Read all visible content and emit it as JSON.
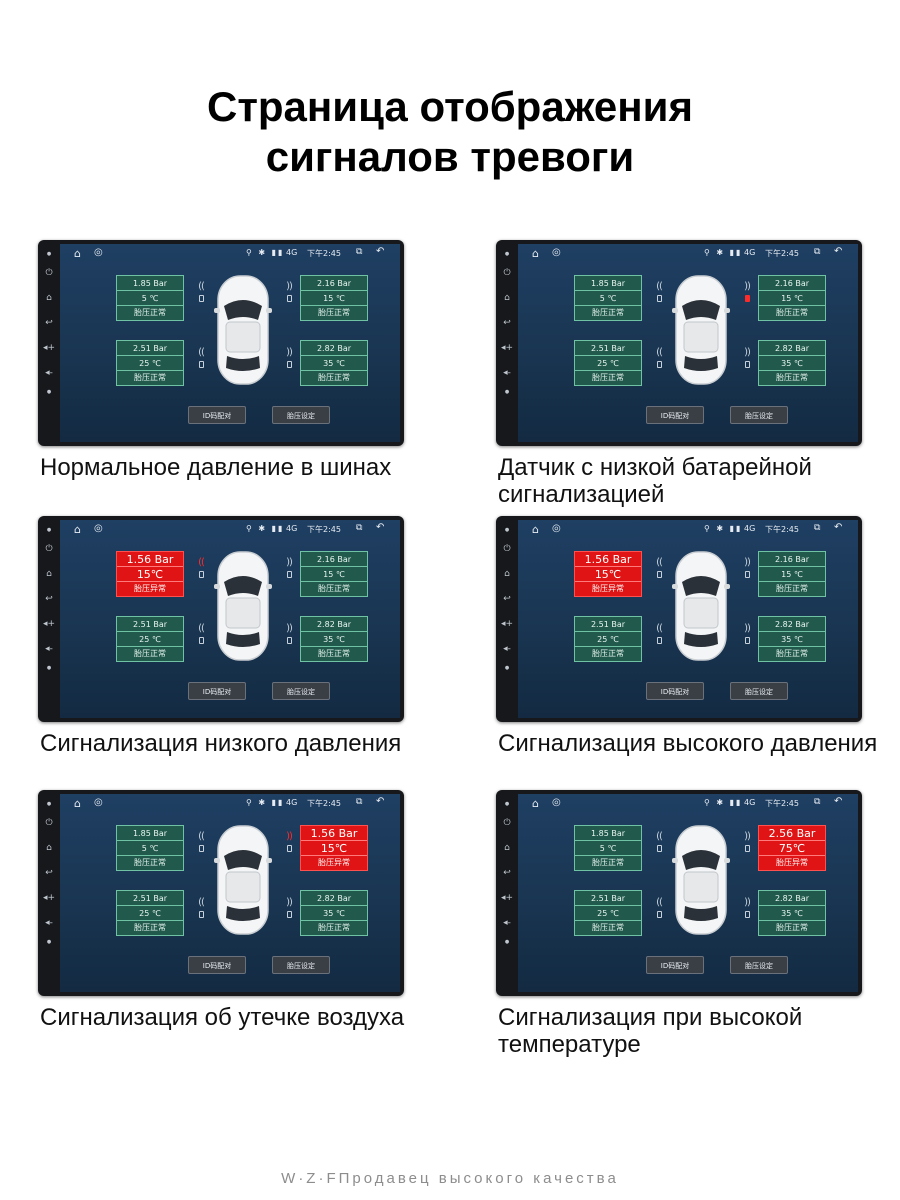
{
  "title": {
    "line1": "Страница отображения",
    "line2": "сигналов тревоги"
  },
  "colors": {
    "screen_bg": "#1f3f63",
    "tire_normal": "#21594c",
    "tire_border": "#6fc3a4",
    "alarm": "#e01414"
  },
  "device": {
    "status_time": "下午2:45",
    "status_network": "4G",
    "buttons": {
      "id_match": "ID码配对",
      "pressure_set": "胎压设定"
    },
    "icons": [
      "home-icon",
      "tpms-icon",
      "location-icon",
      "bluetooth-icon",
      "signal-icon",
      "window-icon",
      "back-icon"
    ]
  },
  "panels": [
    {
      "caption": "Нормальное давление в шинах",
      "tires": {
        "fl": {
          "pressure": "1.85 Bar",
          "temp": "5 ℃",
          "status": "胎压正常",
          "alarm": false
        },
        "fr": {
          "pressure": "2.16 Bar",
          "temp": "15 ℃",
          "status": "胎压正常",
          "alarm": false
        },
        "rl": {
          "pressure": "2.51 Bar",
          "temp": "25 ℃",
          "status": "胎压正常",
          "alarm": false
        },
        "rr": {
          "pressure": "2.82 Bar",
          "temp": "35 ℃",
          "status": "胎压正常",
          "alarm": false
        }
      },
      "low_battery_fr": false,
      "signal_alarm": ""
    },
    {
      "caption": "Датчик с низкой батарейной сигнализацией",
      "tires": {
        "fl": {
          "pressure": "1.85 Bar",
          "temp": "5 ℃",
          "status": "胎压正常",
          "alarm": false
        },
        "fr": {
          "pressure": "2.16 Bar",
          "temp": "15 ℃",
          "status": "胎压正常",
          "alarm": false
        },
        "rl": {
          "pressure": "2.51 Bar",
          "temp": "25 ℃",
          "status": "胎压正常",
          "alarm": false
        },
        "rr": {
          "pressure": "2.82 Bar",
          "temp": "35 ℃",
          "status": "胎压正常",
          "alarm": false
        }
      },
      "low_battery_fr": true,
      "signal_alarm": ""
    },
    {
      "caption": "Сигнализация низкого давления",
      "tires": {
        "fl": {
          "pressure": "1.56 Bar",
          "temp": "15℃",
          "status": "胎压异常",
          "alarm": true
        },
        "fr": {
          "pressure": "2.16 Bar",
          "temp": "15 ℃",
          "status": "胎压正常",
          "alarm": false
        },
        "rl": {
          "pressure": "2.51 Bar",
          "temp": "25 ℃",
          "status": "胎压正常",
          "alarm": false
        },
        "rr": {
          "pressure": "2.82 Bar",
          "temp": "35 ℃",
          "status": "胎压正常",
          "alarm": false
        }
      },
      "low_battery_fr": false,
      "signal_alarm": "fl"
    },
    {
      "caption": "Сигнализация высокого давления",
      "tires": {
        "fl": {
          "pressure": "1.56 Bar",
          "temp": "15℃",
          "status": "胎压异常",
          "alarm": true
        },
        "fr": {
          "pressure": "2.16 Bar",
          "temp": "15 ℃",
          "status": "胎压正常",
          "alarm": false
        },
        "rl": {
          "pressure": "2.51 Bar",
          "temp": "25 ℃",
          "status": "胎压正常",
          "alarm": false
        },
        "rr": {
          "pressure": "2.82 Bar",
          "temp": "35 ℃",
          "status": "胎压正常",
          "alarm": false
        }
      },
      "low_battery_fr": false,
      "signal_alarm": ""
    },
    {
      "caption": "Сигнализация об утечке воздуха",
      "tires": {
        "fl": {
          "pressure": "1.85 Bar",
          "temp": "5 ℃",
          "status": "胎压正常",
          "alarm": false
        },
        "fr": {
          "pressure": "1.56 Bar",
          "temp": "15℃",
          "status": "胎压异常",
          "alarm": true
        },
        "rl": {
          "pressure": "2.51 Bar",
          "temp": "25 ℃",
          "status": "胎压正常",
          "alarm": false
        },
        "rr": {
          "pressure": "2.82 Bar",
          "temp": "35 ℃",
          "status": "胎压正常",
          "alarm": false
        }
      },
      "low_battery_fr": false,
      "signal_alarm": "fr"
    },
    {
      "caption": "Сигнализация при высокой температуре",
      "tires": {
        "fl": {
          "pressure": "1.85 Bar",
          "temp": "5 ℃",
          "status": "胎压正常",
          "alarm": false
        },
        "fr": {
          "pressure": "2.56 Bar",
          "temp": "75℃",
          "status": "胎压异常",
          "alarm": true
        },
        "rl": {
          "pressure": "2.51 Bar",
          "temp": "25 ℃",
          "status": "胎压正常",
          "alarm": false
        },
        "rr": {
          "pressure": "2.82 Bar",
          "temp": "35 ℃",
          "status": "胎压正常",
          "alarm": false
        }
      },
      "low_battery_fr": false,
      "signal_alarm": ""
    }
  ],
  "footer": "W·Z·FПродавец высокого качества"
}
